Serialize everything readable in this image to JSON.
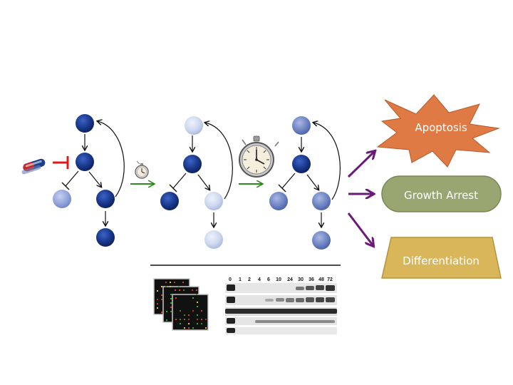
{
  "outcomes": {
    "apoptosis": "Apoptosis",
    "growth_arrest": "Growth Arrest",
    "differentiation": "Differentiation"
  },
  "western_blot": {
    "timepoints": [
      "0",
      "1",
      "2",
      "4",
      "6",
      "10",
      "24",
      "30",
      "36",
      "48",
      "72"
    ]
  },
  "colors": {
    "node_dark": "#1a3a8f",
    "node_mid": "#7b8fc8",
    "node_light": "#cfd9ee",
    "inhibit_red": "#e01818",
    "green_arrow": "#2a8a1a",
    "purple_arrow": "#6a1a78",
    "apoptosis_fill": "#e07a45",
    "growth_arrest_fill": "#9aa672",
    "differentiation_fill": "#d9b65a"
  },
  "icons": [
    "drug-capsule-icon",
    "stopwatch-icon",
    "microarray-icon",
    "western-blot-icon"
  ]
}
